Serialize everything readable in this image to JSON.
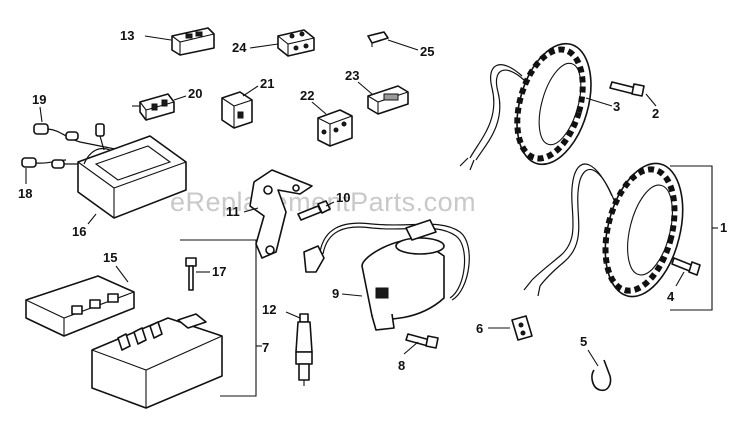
{
  "watermark": "eReplacementParts.com",
  "labels": {
    "l1": "1",
    "l2": "2",
    "l3": "3",
    "l4": "4",
    "l5": "5",
    "l6": "6",
    "l7": "7",
    "l8": "8",
    "l9": "9",
    "l10": "10",
    "l11": "11",
    "l12": "12",
    "l13": "13",
    "l15": "15",
    "l16": "16",
    "l17": "17",
    "l18": "18",
    "l19": "19",
    "l20": "20",
    "l21": "21",
    "l22": "22",
    "l23": "23",
    "l24": "24",
    "l25": "25"
  }
}
